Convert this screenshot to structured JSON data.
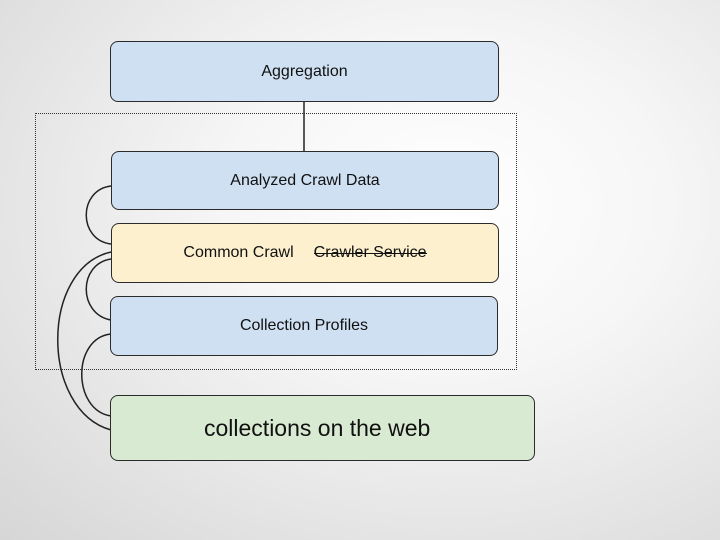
{
  "diagram": {
    "aggregation": "Aggregation",
    "analyzed_crawl_data": "Analyzed Crawl Data",
    "common_crawl": "Common Crawl",
    "crawler_service": "Crawler Service",
    "collection_profiles": "Collection Profiles",
    "collections_on_web": "collections on the web"
  },
  "colors": {
    "blue_box": "#cfe0f2",
    "yellow_box": "#fdf0cf",
    "green_box": "#d9ead3",
    "border": "#2b2b2b"
  }
}
